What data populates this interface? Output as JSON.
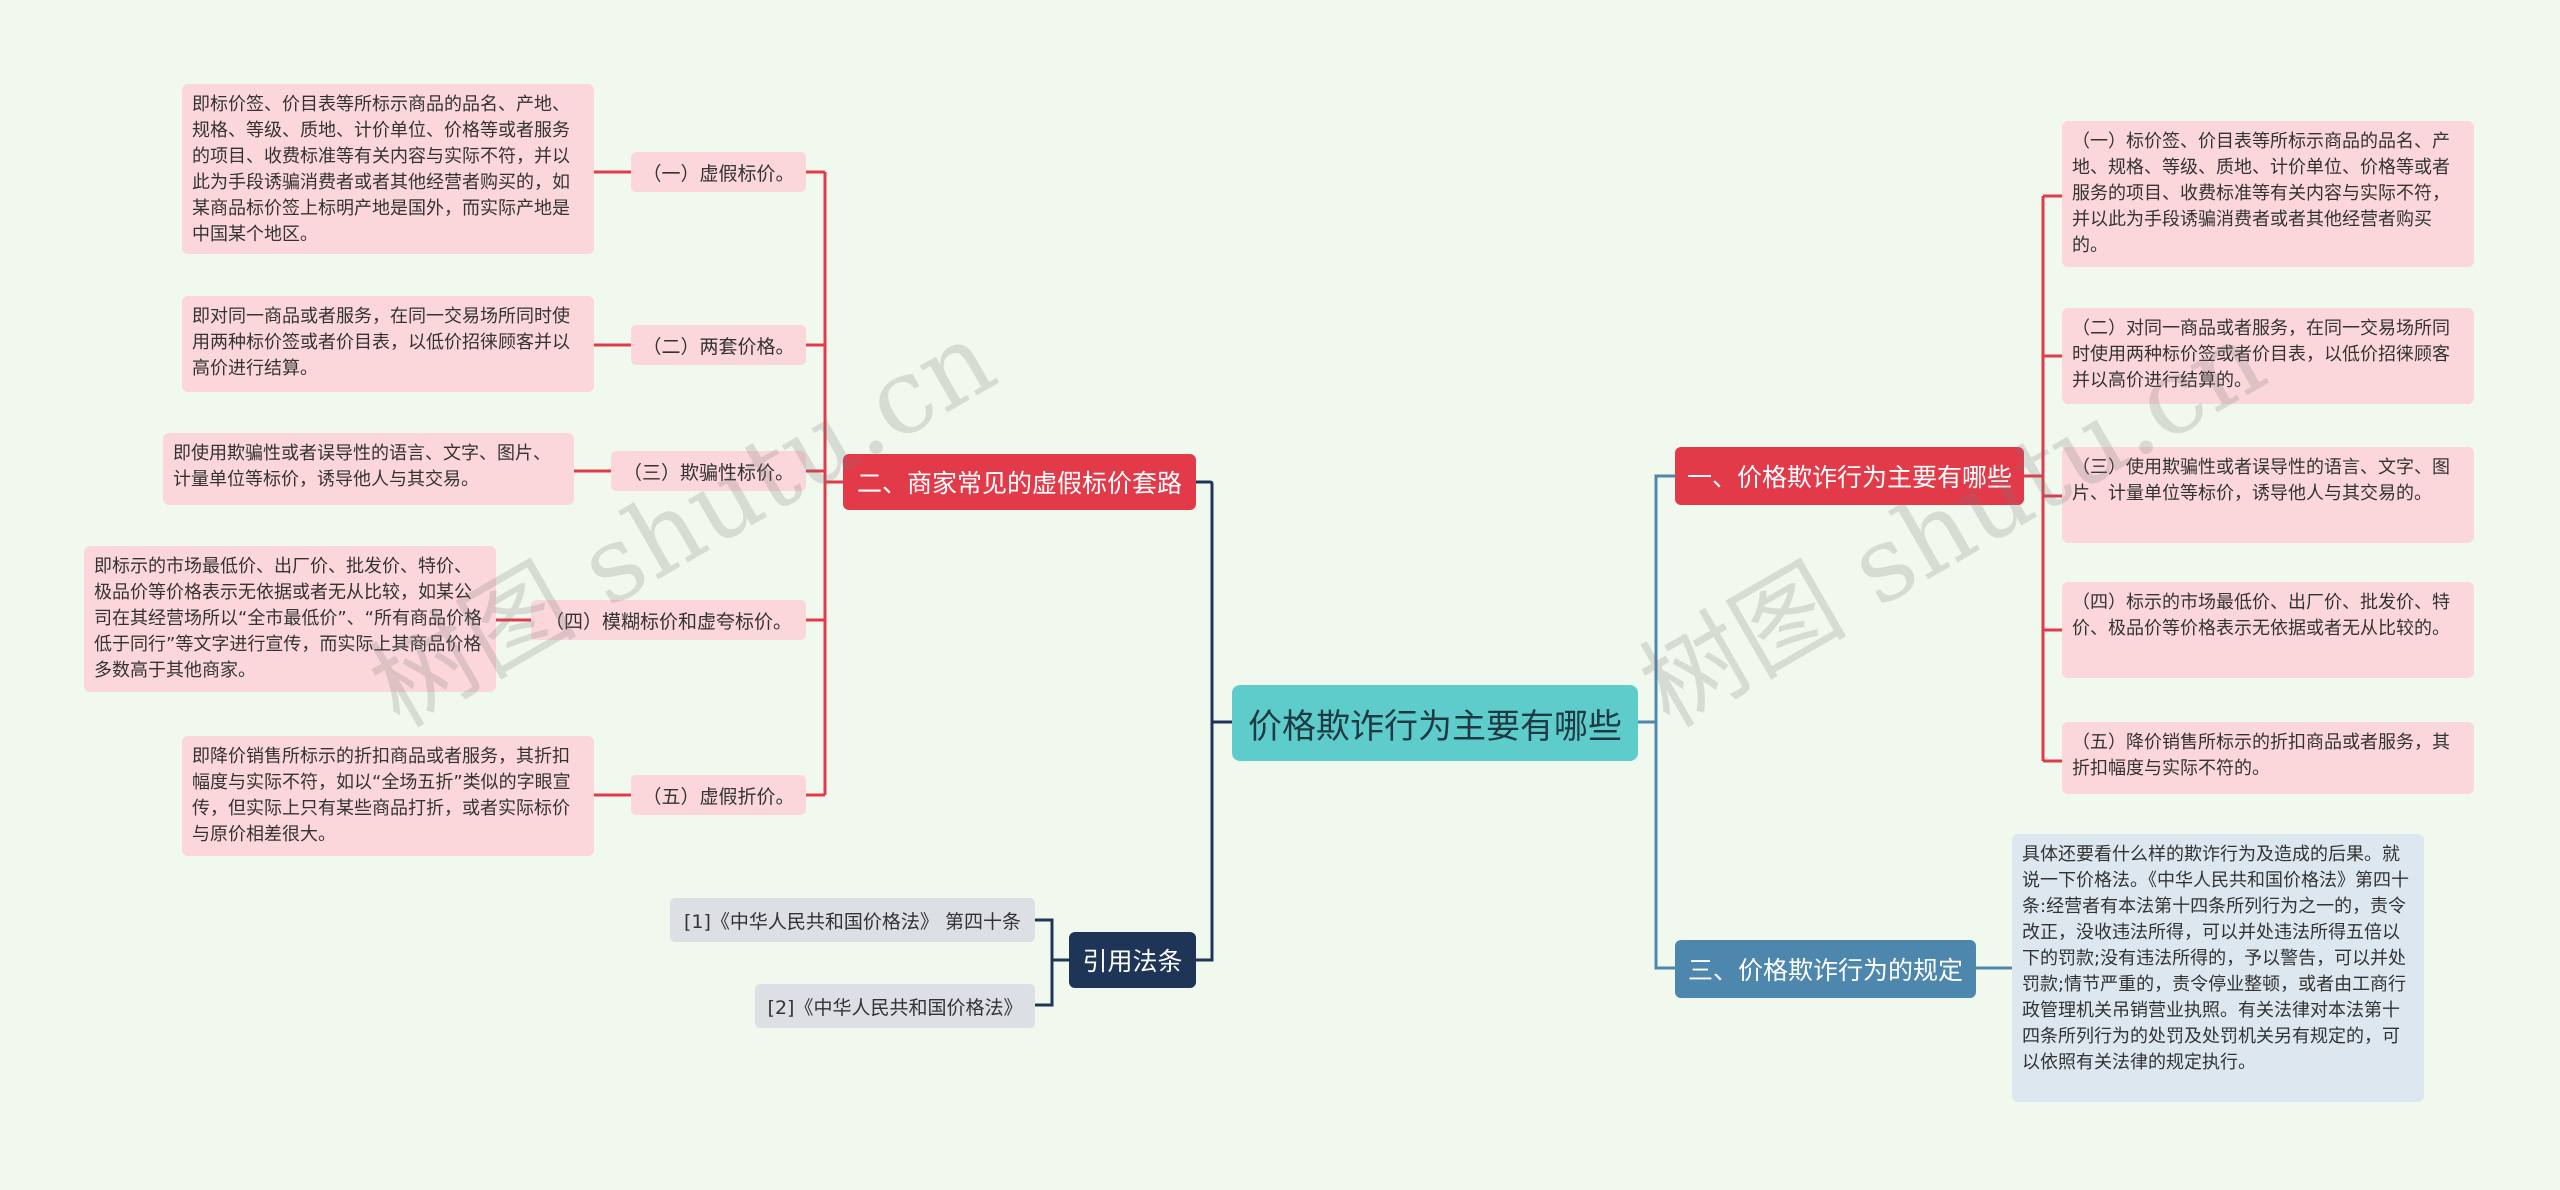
{
  "center": {
    "title": "价格欺诈行为主要有哪些"
  },
  "branches": {
    "left_main": {
      "label": "二、商家常见的虚假标价套路",
      "items": [
        {
          "label": "（一）虚假标价。",
          "detail": "即标价签、价目表等所标示商品的品名、产地、规格、等级、质地、计价单位、价格等或者服务的项目、收费标准等有关内容与实际不符，并以此为手段诱骗消费者或者其他经营者购买的，如某商品标价签上标明产地是国外，而实际产地是中国某个地区。"
        },
        {
          "label": "（二）两套价格。",
          "detail": "即对同一商品或者服务，在同一交易场所同时使用两种标价签或者价目表，以低价招徕顾客并以高价进行结算。"
        },
        {
          "label": "（三）欺骗性标价。",
          "detail": "即使用欺骗性或者误导性的语言、文字、图片、计量单位等标价，诱导他人与其交易。"
        },
        {
          "label": "（四）模糊标价和虚夸标价。",
          "detail": "即标示的市场最低价、出厂价、批发价、特价、极品价等价格表示无依据或者无从比较，如某公司在其经营场所以“全市最低价”、“所有商品价格低于同行”等文字进行宣传，而实际上其商品价格多数高于其他商家。"
        },
        {
          "label": "（五）虚假折价。",
          "detail": "即降价销售所标示的折扣商品或者服务，其折扣幅度与实际不符，如以“全场五折”类似的字眼宣传，但实际上只有某些商品打折，或者实际标价与原价相差很大。"
        }
      ]
    },
    "refs": {
      "label": "引用法条",
      "items": [
        "[1]《中华人民共和国价格法》 第四十条",
        "[2]《中华人民共和国价格法》"
      ]
    },
    "right_one": {
      "label": "一、价格欺诈行为主要有哪些",
      "items": [
        "（一）标价签、价目表等所标示商品的品名、产地、规格、等级、质地、计价单位、价格等或者服务的项目、收费标准等有关内容与实际不符，并以此为手段诱骗消费者或者其他经营者购买的。",
        "（二）对同一商品或者服务，在同一交易场所同时使用两种标价签或者价目表，以低价招徕顾客并以高价进行结算的。",
        "（三）使用欺骗性或者误导性的语言、文字、图片、计量单位等标价，诱导他人与其交易的。",
        "（四）标示的市场最低价、出厂价、批发价、特价、极品价等价格表示无依据或者无从比较的。",
        "（五）降价销售所标示的折扣商品或者服务，其折扣幅度与实际不符的。"
      ]
    },
    "right_three": {
      "label": "三、价格欺诈行为的规定",
      "detail": "具体还要看什么样的欺诈行为及造成的后果。就说一下价格法。《中华人民共和国价格法》第四十条:经营者有本法第十四条所列行为之一的，责令改正，没收违法所得，可以并处违法所得五倍以下的罚款;没有违法所得的，予以警告，可以并处罚款;情节严重的，责令停业整顿，或者由工商行政管理机关吊销营业执照。有关法律对本法第十四条所列行为的处罚及处罚机关另有规定的，可以依照有关法律的规定执行。"
    }
  },
  "watermarks": [
    "树图 shutu.cn",
    "树图 shutu.cn"
  ],
  "colors": {
    "background": "#f1f9ef",
    "center": "#5fcccc",
    "red_branch": "#e33a4a",
    "steel_branch": "#4e87ad",
    "navy_branch": "#1f3557",
    "pink_leaf": "#fbd7dc",
    "gray_leaf": "#dcdfe4",
    "blue_leaf": "#dde7f0"
  }
}
